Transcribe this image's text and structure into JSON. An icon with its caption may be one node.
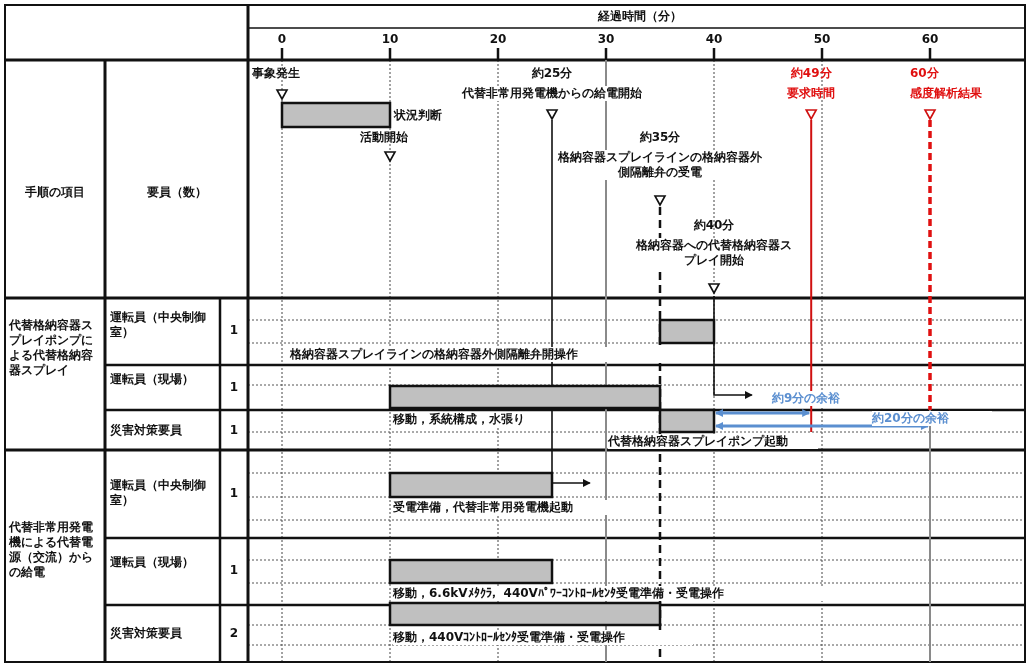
{
  "diagram": {
    "labels": [
      "経過時間（分）",
      "0",
      "10",
      "20",
      "30",
      "40",
      "50",
      "60",
      "手順の項目",
      "要員（数）",
      "事象発生",
      "状況判断",
      "活動開始",
      "約25分",
      "代替非常用発電機からの給電開始",
      "約35分",
      "格納容器スプレイラインの格納容器外側隔離弁の受電",
      "約40分",
      "格納容器への代替格納容器スプレイ開始",
      "約49分",
      "要求時間",
      "60分",
      "感度解析結果",
      "代替格納容器スプレイポンプによる代替格納容器スプレイ",
      "運転員（中央制御室）",
      "1",
      "格納容器スプレイラインの格納容器外側隔離弁開操作",
      "運転員（現場）",
      "1",
      "約9分の余裕",
      "移動，系統構成，水張り",
      "災害対策要員",
      "1",
      "約20分の余裕",
      "代替格納容器スプレイポンプ起動",
      "代替非常用発電機による代替電源（交流）からの給電",
      "運転員（中央制御室）",
      "1",
      "受電準備，代替非常用発電機起動",
      "運転員（現場）",
      "1",
      "移動，6.6kVﾒﾀｸﾗ，440Vﾊﾟﾜｰｺﾝﾄﾛｰﾙｾﾝﾀ受電準備・受電操作",
      "災害対策要員",
      "2",
      "移動，440Vｺﾝﾄﾛｰﾙｾﾝﾀ受電準備・受電操作"
    ]
  }
}
